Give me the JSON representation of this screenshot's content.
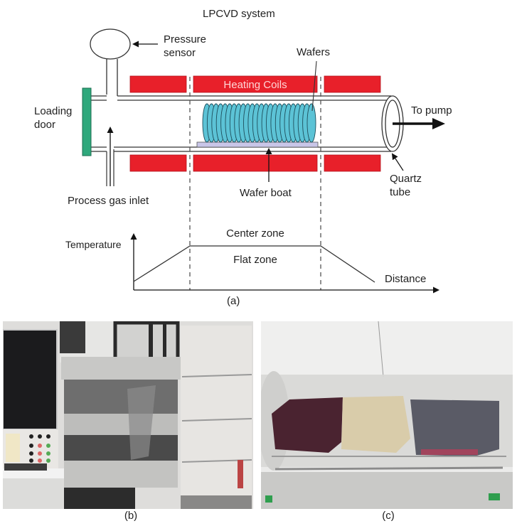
{
  "diagram": {
    "title": "LPCVD system",
    "labels": {
      "pressure_sensor_line1": "Pressure",
      "pressure_sensor_line2": "sensor",
      "wafers": "Wafers",
      "heating_coils": "Heating Coils",
      "loading_door_line1": "Loading",
      "loading_door_line2": "door",
      "to_pump": "To pump",
      "quartz_tube_line1": "Quartz",
      "quartz_tube_line2": "tube",
      "wafer_boat": "Wafer boat",
      "process_gas_inlet": "Process gas inlet"
    },
    "profile": {
      "y_axis_label": "Temperature",
      "x_axis_label": "Distance",
      "center_zone": "Center zone",
      "flat_zone": "Flat zone"
    },
    "colors": {
      "heating_coil": "#e8202a",
      "loading_door": "#2fa87c",
      "wafer": "#5cc3d6",
      "wafer_boat": "#c9c6e8"
    },
    "wafer_count": 24
  },
  "captions": {
    "a": "(a)",
    "b": "(b)",
    "c": "(c)"
  }
}
